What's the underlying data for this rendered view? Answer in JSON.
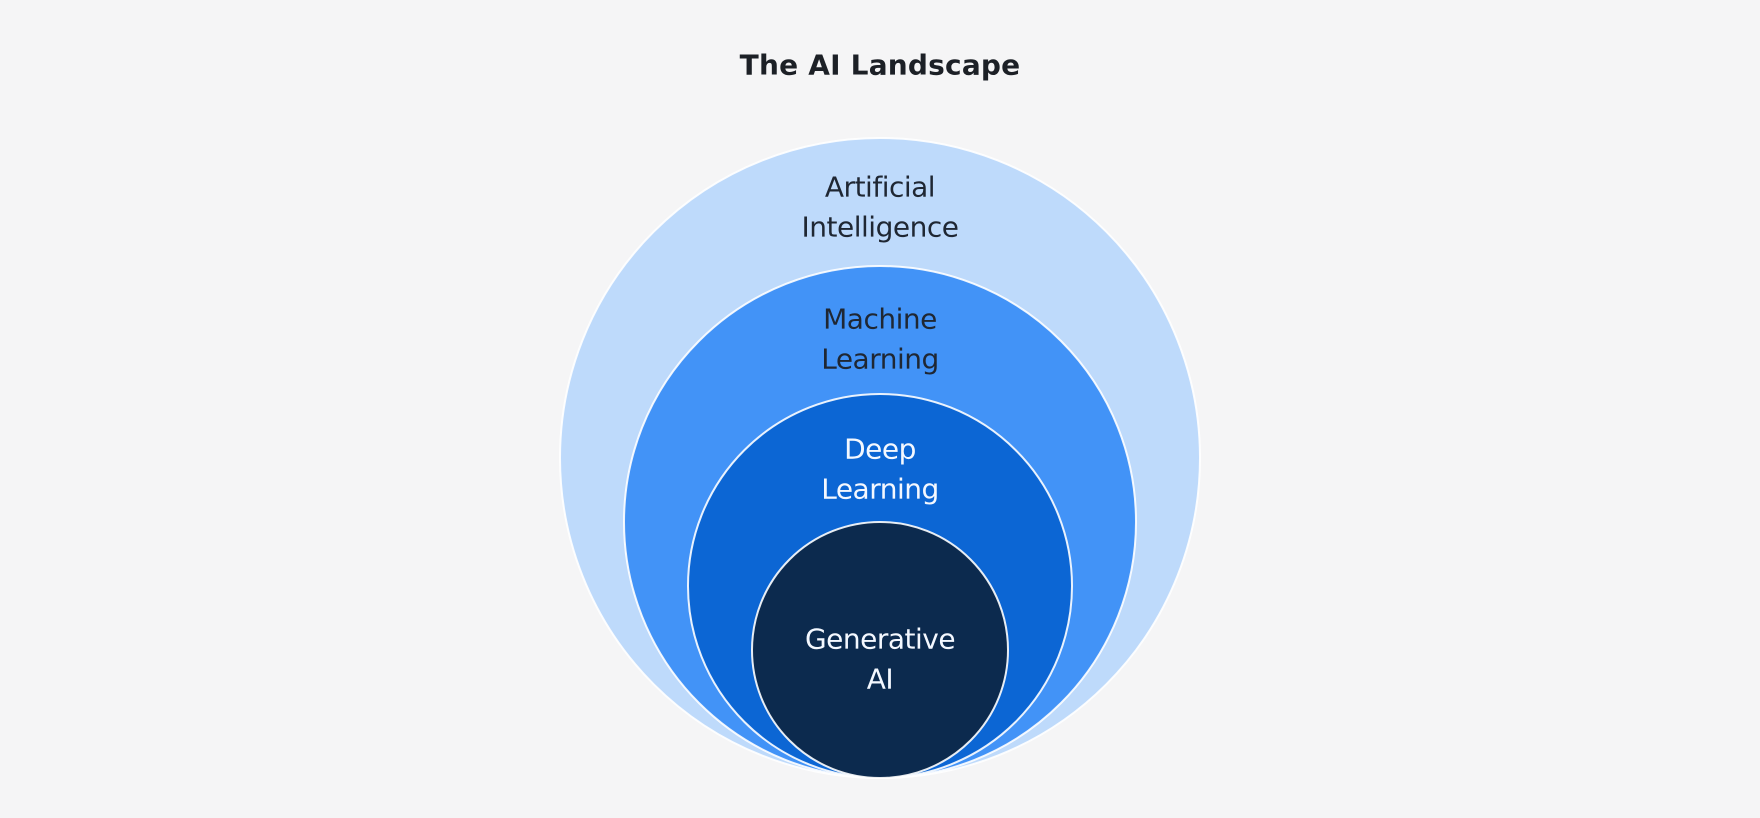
{
  "title": {
    "text": "The AI Landscape",
    "color": "#1c2026"
  },
  "canvas": {
    "background": "#f5f5f6",
    "ring_outline_color": "#ffffff"
  },
  "diagram": {
    "type": "nested-circles",
    "description": "Concentric onion diagram of four nested AI domains, circles tangent at the bottom",
    "rings": [
      {
        "label": "Artificial Intelligence",
        "line1": "Artificial",
        "line2": "Intelligence",
        "fill": "#bedafb",
        "text_color": "#1f2733"
      },
      {
        "label": "Machine Learning",
        "line1": "Machine",
        "line2": "Learning",
        "fill": "#4293f7",
        "text_color": "#1f2733"
      },
      {
        "label": "Deep Learning",
        "line1": "Deep",
        "line2": "Learning",
        "fill": "#0c66d4",
        "text_color": "#f4f8ff"
      },
      {
        "label": "Generative AI",
        "line1": "Generative",
        "line2": "AI",
        "fill": "#0c2a4e",
        "text_color": "#f4f8ff"
      }
    ]
  }
}
